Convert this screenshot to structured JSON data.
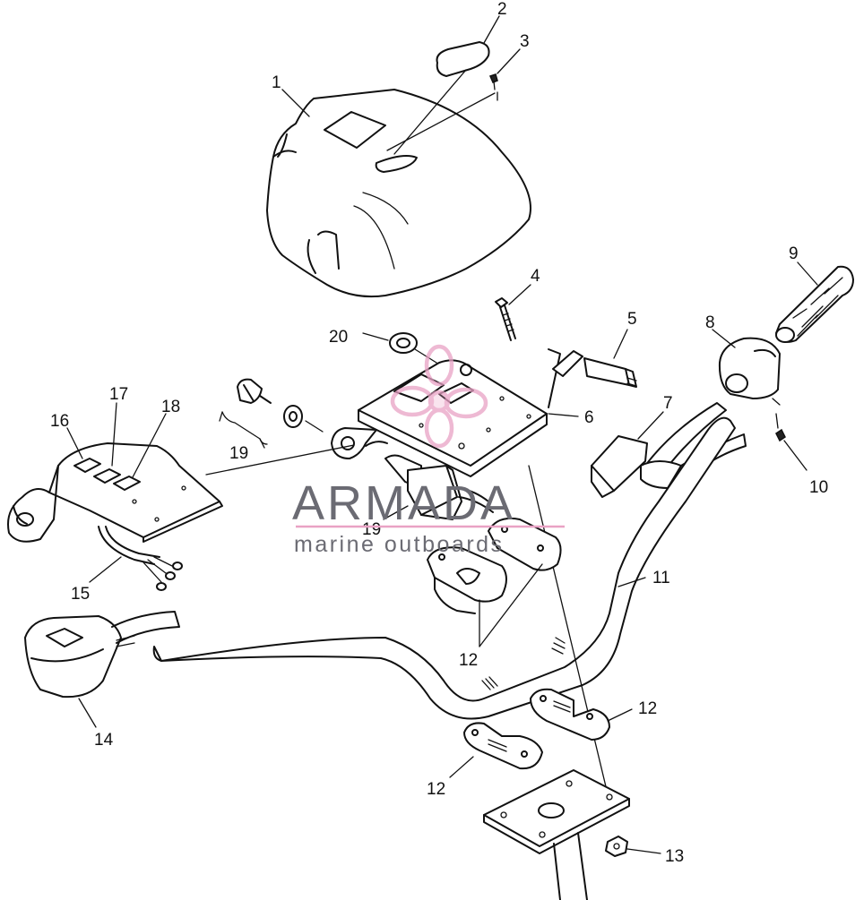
{
  "callouts": {
    "c1": "1",
    "c2": "2",
    "c3": "3",
    "c4": "4",
    "c5": "5",
    "c6": "6",
    "c7": "7",
    "c8": "8",
    "c9": "9",
    "c10": "10",
    "c11": "11",
    "c12a": "12",
    "c12b": "12",
    "c12c": "12",
    "c13": "13",
    "c14": "14",
    "c15": "15",
    "c16": "16",
    "c17": "17",
    "c18": "18",
    "c19a": "19",
    "c19b": "19",
    "c20": "20"
  },
  "watermark": {
    "title": "ARMADA",
    "subtitle": "marine outboards",
    "text_color": "#6b6b73",
    "logo_color": "#e9a2c5"
  }
}
